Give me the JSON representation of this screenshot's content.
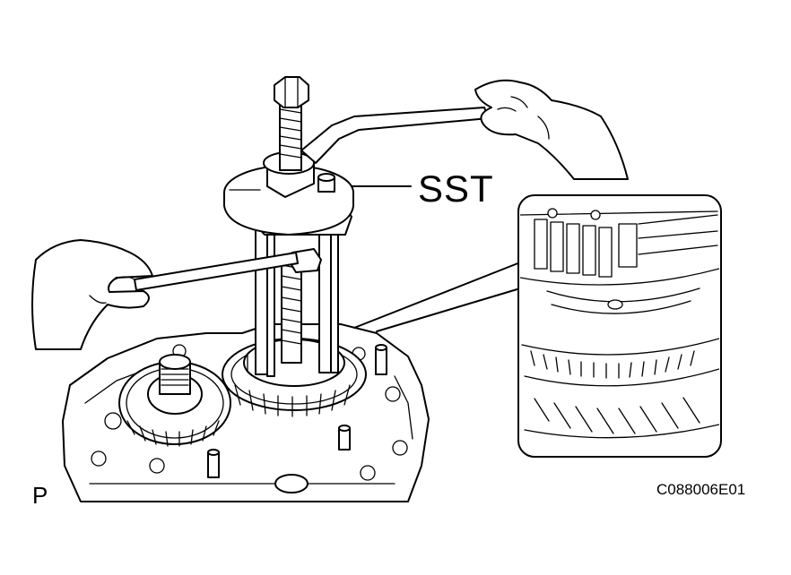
{
  "figure": {
    "callout_label": "SST",
    "figure_id": "C088006E01",
    "view_marker": "P"
  },
  "colors": {
    "ink": "#000000",
    "paper": "#ffffff"
  },
  "icons": [
    "hand-wrench-icon",
    "hand-bar-icon",
    "gear-puller-icon",
    "magnifier-detail-icon"
  ]
}
